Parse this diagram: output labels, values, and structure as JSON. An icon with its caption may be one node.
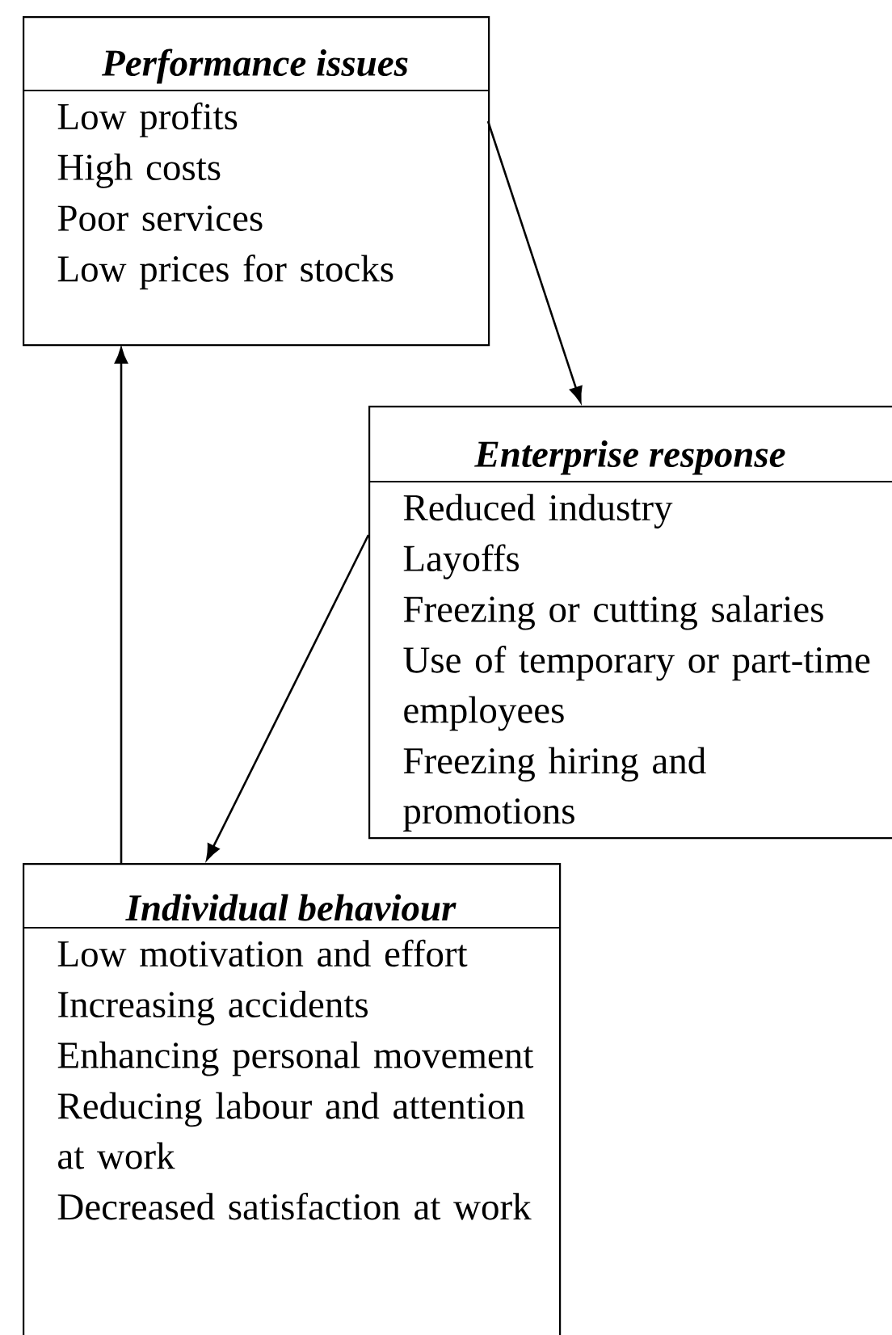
{
  "diagram": {
    "nodes": [
      {
        "text": [
          "Performance issues",
          "Low profits",
          "High costs",
          "Poor services",
          "Low prices for stocks"
        ]
      },
      {
        "text": [
          "Enterprise response",
          "Reduced industry",
          "Layoffs",
          "Freezing or cutting salaries",
          "Use of temporary or part-time employees",
          "Freezing hiring and promotions"
        ]
      },
      {
        "text": [
          "Individual behaviour",
          "Low motivation and effort",
          "Increasing accidents",
          "Enhancing personal movement",
          "Reducing labour and attention at work",
          "Decreased satisfaction at work"
        ]
      }
    ],
    "edges": [
      {
        "from": 0,
        "to": 1,
        "arrow": "to"
      },
      {
        "from": 1,
        "to": 2,
        "arrow": "to"
      },
      {
        "from": 2,
        "to": 0,
        "arrow": "to"
      }
    ]
  }
}
